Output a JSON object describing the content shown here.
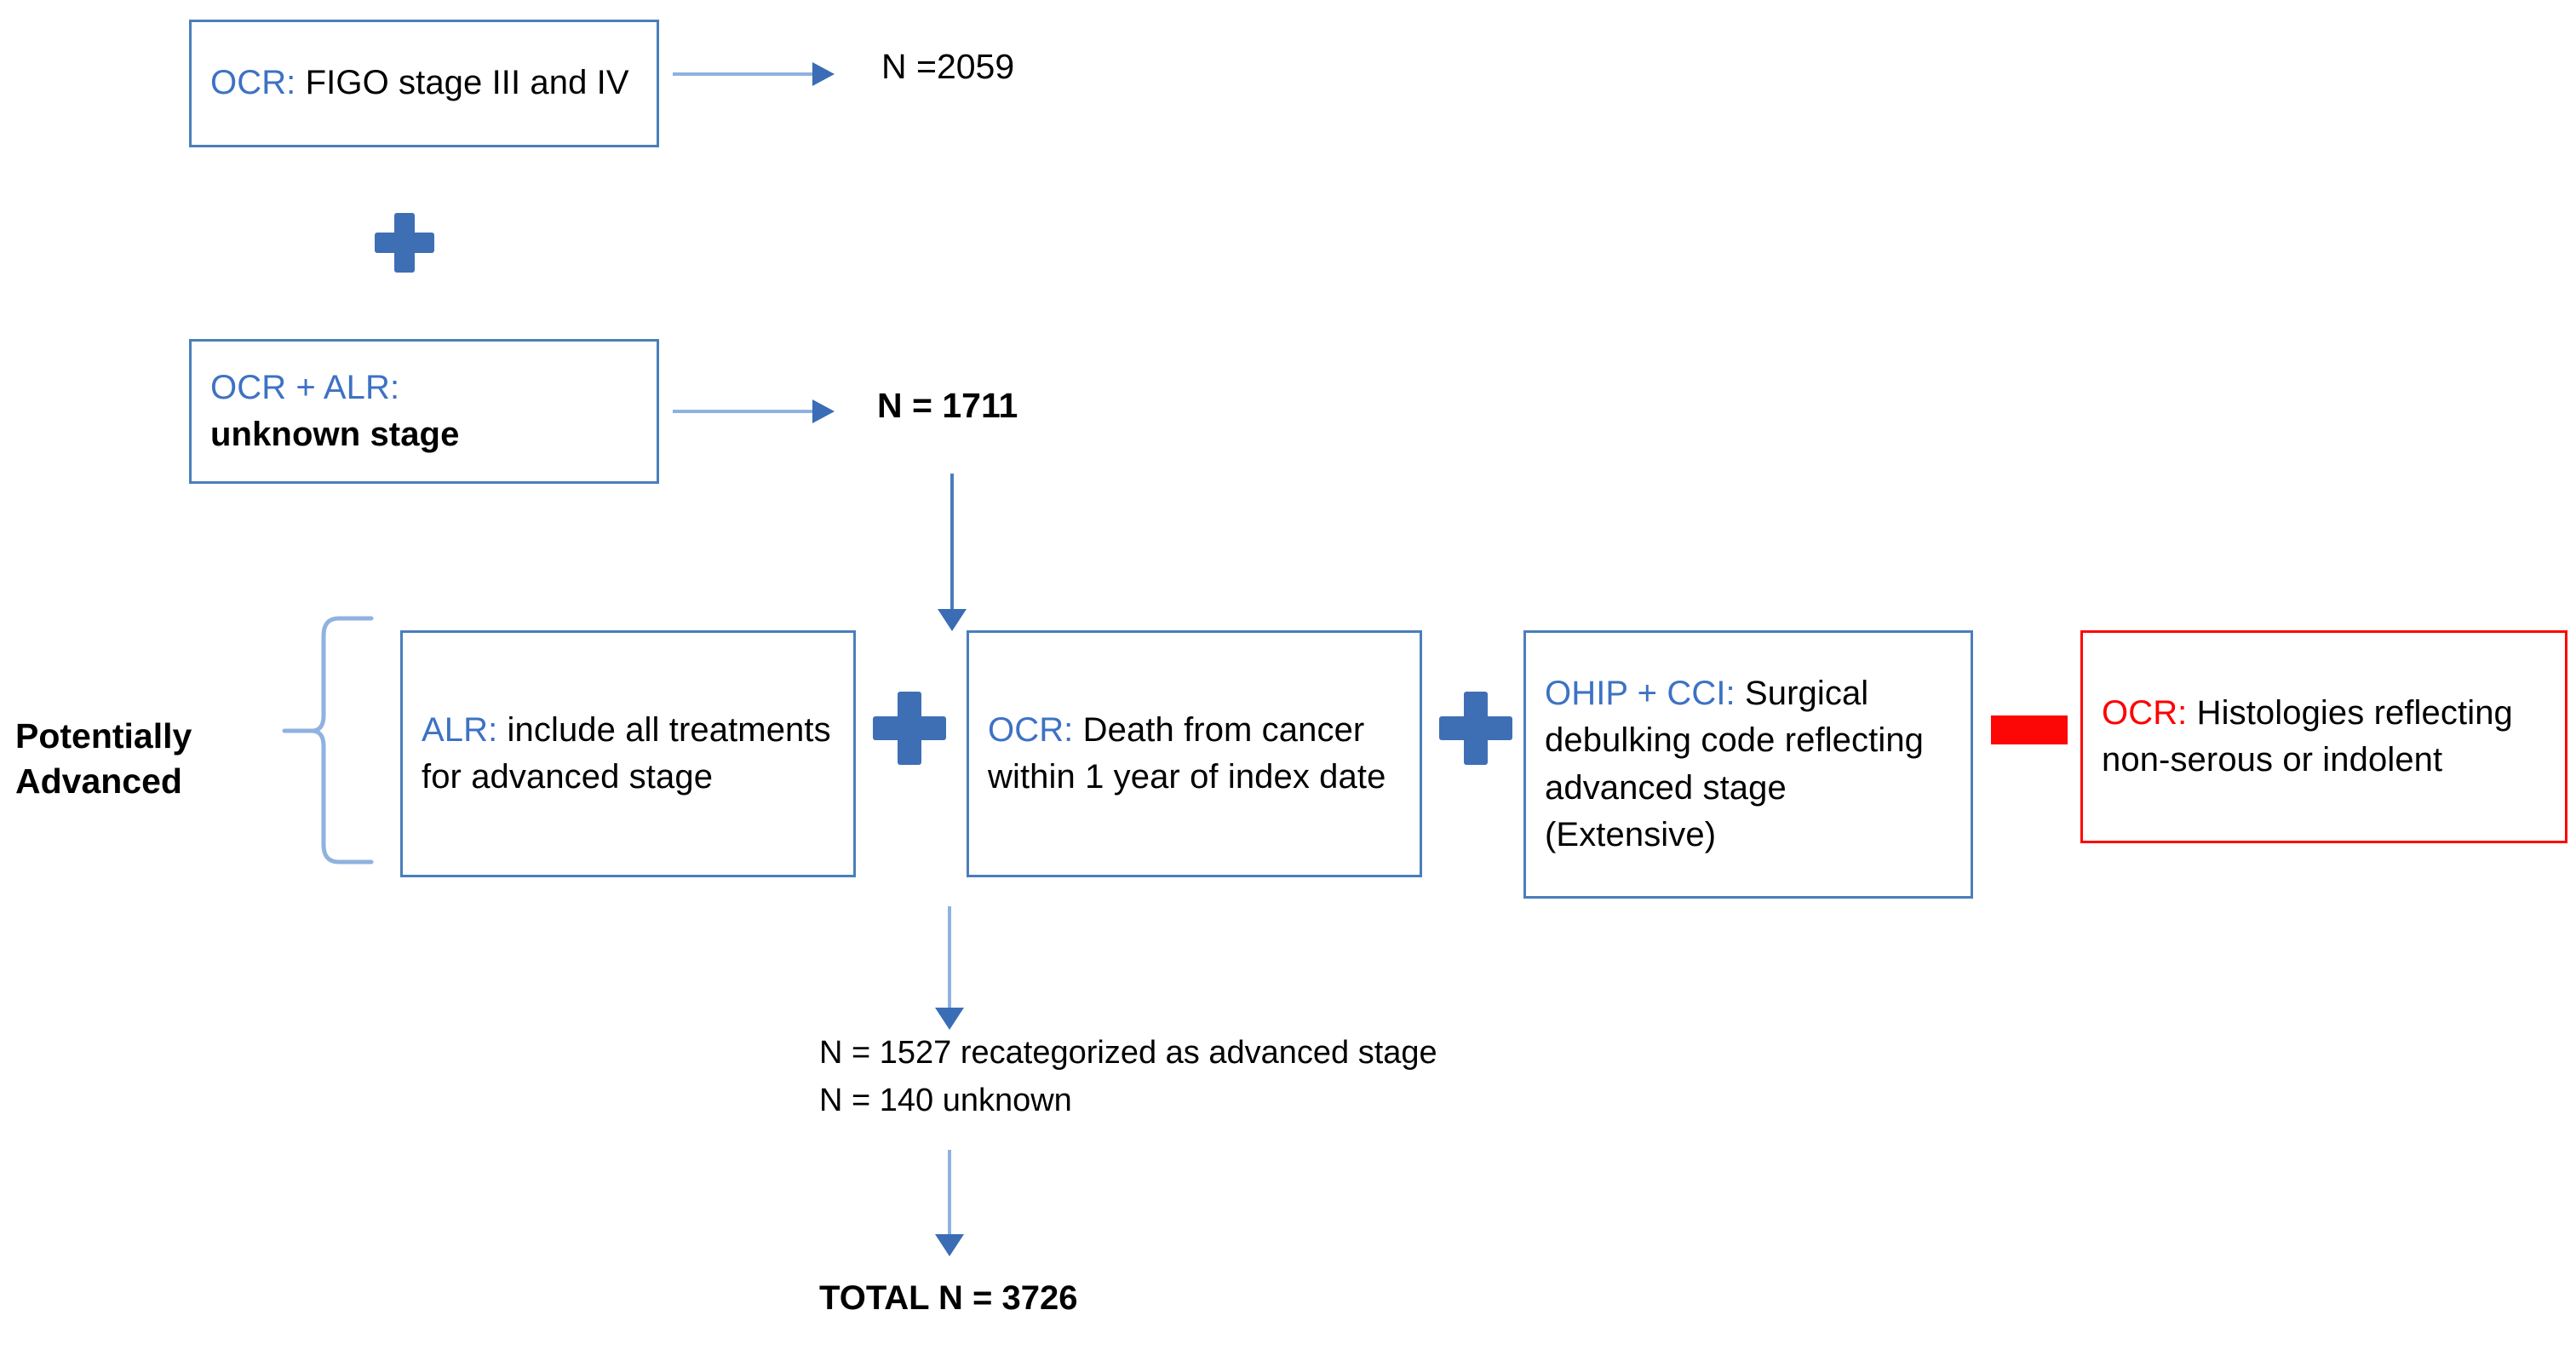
{
  "diagram": {
    "title_nodes": {
      "group_label": "Potentially\nAdvanced",
      "group_label_line1": "Potentially",
      "group_label_line2": "Advanced"
    },
    "boxes": [
      {
        "id": "ocr-figo",
        "tag": "OCR:",
        "tag_color": "#3d72c4",
        "text": " FIGO stage III and IV",
        "border_color": "#4a7ebb"
      },
      {
        "id": "ocr-alr-unknown",
        "tag": "OCR + ALR:",
        "tag_color": "#3d72c4",
        "text": "unknown stage",
        "border_color": "#4a7ebb",
        "text_bold": true
      },
      {
        "id": "alr-treatments",
        "tag": "ALR:",
        "tag_color": "#3d72c4",
        "text": " include all treatments for advanced stage",
        "border_color": "#4a7ebb"
      },
      {
        "id": "ocr-death",
        "tag": "OCR:",
        "tag_color": "#3d72c4",
        "text": " Death from cancer within 1 year of index date",
        "border_color": "#4a7ebb"
      },
      {
        "id": "ohip-cci",
        "tag": "OHIP + CCI:",
        "tag_color": "#3d72c4",
        "text": " Surgical debulking code reflecting advanced stage (Extensive)",
        "border_color": "#4a7ebb"
      },
      {
        "id": "ocr-histologies",
        "tag": "OCR:",
        "tag_color": "#fe0000",
        "text": " Histologies reflecting non-serous or indolent",
        "border_color": "#fd0303"
      }
    ],
    "annotations": {
      "n_2059": "N =2059",
      "n_1711": "N = 1711",
      "n_recategorized": "N = 1527 recategorized as advanced stage",
      "n_unknown": "N = 140 unknown",
      "total": "TOTAL N = 3726"
    },
    "operators": {
      "plus": "+",
      "minus": "−"
    },
    "colors": {
      "box_blue": "#4a7ebb",
      "text_blue": "#3d72c4",
      "red": "#fd0303",
      "plus_blue": "#3e6fb5",
      "arrow_light": "#8fb2e0",
      "arrow_head": "#3a6db5"
    }
  }
}
